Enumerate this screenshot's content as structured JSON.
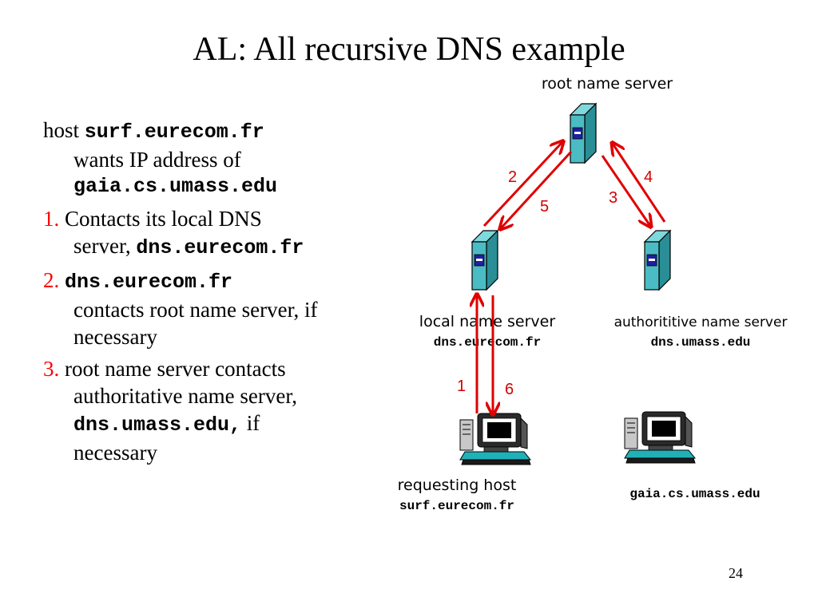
{
  "title": "AL: All recursive DNS example",
  "text": {
    "b0_pre": "host ",
    "b0_host": "surf.eurecom.fr",
    "b0_line2": "wants IP address of",
    "b0_target": "gaia.cs.umass.edu",
    "b1_num": "1.",
    "b1_line1": " Contacts its local DNS",
    "b1_line2_pre": "server, ",
    "b1_server": "dns.eurecom.fr",
    "b2_num": "2.",
    "b2_server": "dns.eurecom.fr",
    "b2_line2": "contacts root name server, if",
    "b2_line3": "necessary",
    "b3_num": "3.",
    "b3_line1": " root name server contacts",
    "b3_line2": "authoritative name server,",
    "b3_server": "dns.umass.edu,",
    "b3_if": " if",
    "b3_line4": "necessary"
  },
  "diagram": {
    "root_label": "root name server",
    "local_label": "local name server",
    "local_domain": "dns.eurecom.fr",
    "auth_label": "authorititive name server",
    "auth_domain": "dns.umass.edu",
    "req_label": "requesting host",
    "req_domain": "surf.eurecom.fr",
    "gaia_domain": "gaia.cs.umass.edu",
    "steps": [
      "1",
      "2",
      "3",
      "4",
      "5",
      "6"
    ]
  },
  "colors": {
    "arrow": "#e00000",
    "server_front": "#4cbcc4",
    "screen": "#2020a0"
  },
  "page_number": "24"
}
